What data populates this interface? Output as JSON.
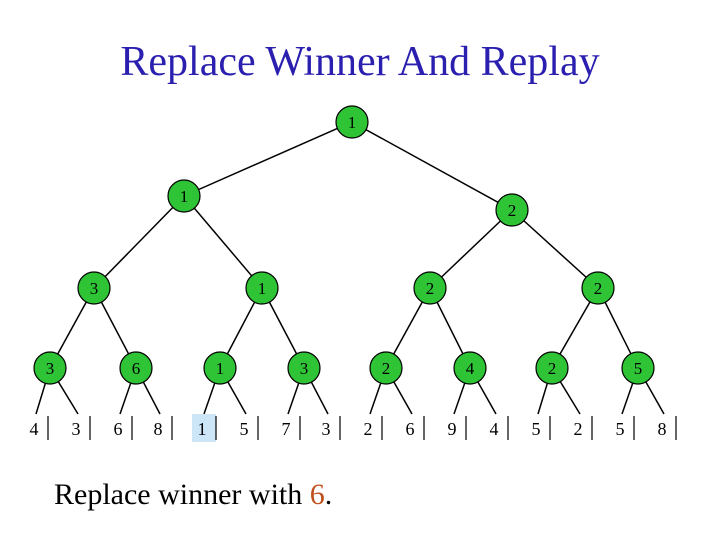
{
  "title": "Replace Winner And Replay",
  "tree": {
    "nodes": [
      {
        "id": "n1",
        "value": "1"
      },
      {
        "id": "n2",
        "value": "1"
      },
      {
        "id": "n3",
        "value": "2"
      },
      {
        "id": "n4",
        "value": "3"
      },
      {
        "id": "n5",
        "value": "1"
      },
      {
        "id": "n6",
        "value": "2"
      },
      {
        "id": "n7",
        "value": "2"
      },
      {
        "id": "n8",
        "value": "3"
      },
      {
        "id": "n9",
        "value": "6"
      },
      {
        "id": "n10",
        "value": "1"
      },
      {
        "id": "n11",
        "value": "3"
      },
      {
        "id": "n12",
        "value": "2"
      },
      {
        "id": "n13",
        "value": "4"
      },
      {
        "id": "n14",
        "value": "2"
      },
      {
        "id": "n15",
        "value": "5"
      }
    ],
    "leaves": [
      "4",
      "3",
      "6",
      "8",
      "1",
      "5",
      "7",
      "3",
      "2",
      "6",
      "9",
      "4",
      "5",
      "2",
      "5",
      "8"
    ],
    "highlighted_leaf_index": 4
  },
  "caption": {
    "prefix": "Replace winner with ",
    "value": "6",
    "suffix": "."
  },
  "colors": {
    "node_fill": "#2fc436",
    "leaf_highlight": "#cce6f8",
    "title": "#2b1fb0",
    "caption_highlight": "#c0501a"
  }
}
